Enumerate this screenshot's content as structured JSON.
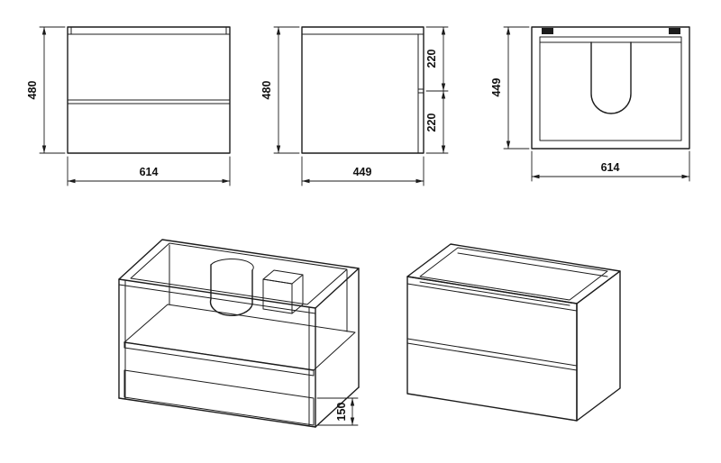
{
  "drawing": {
    "background": "#ffffff",
    "line_color": "#1c1c1c",
    "dimensions": {
      "front": {
        "height": "480",
        "width": "614"
      },
      "side": {
        "height": "480",
        "depth": "449",
        "upper_section": "220",
        "lower_section": "220"
      },
      "top": {
        "depth": "449",
        "width": "614"
      },
      "iso_cutaway": {
        "bottom_drawer_front": "150"
      }
    }
  }
}
